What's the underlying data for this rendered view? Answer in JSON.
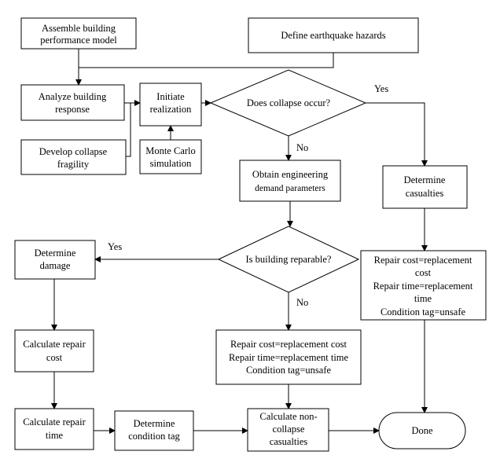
{
  "nodes": {
    "assemble": [
      "Assemble building",
      "performance model"
    ],
    "define_hazards": [
      "Define earthquake hazards"
    ],
    "analyze": [
      "Analyze building",
      "response"
    ],
    "initiate": [
      "Initiate",
      "realization"
    ],
    "collapse_q": [
      "Does collapse occur?"
    ],
    "develop": [
      "Develop collapse",
      "fragility"
    ],
    "monte": [
      "Monte Carlo",
      "simulation"
    ],
    "obtain_edp": [
      "Obtain engineering",
      "demand parameters"
    ],
    "casualties": [
      "Determine",
      "casualties"
    ],
    "damage": [
      "Determine",
      "damage"
    ],
    "reparable_q": [
      "Is building reparable?"
    ],
    "repair_right": [
      "Repair cost=replacement",
      "cost",
      "Repair time=replacement",
      "time",
      "Condition tag=unsafe"
    ],
    "repair_cost": [
      "Calculate repair",
      "cost"
    ],
    "repair_mid": [
      "Repair cost=replacement cost",
      "Repair time=replacement time",
      "Condition tag=unsafe"
    ],
    "repair_time": [
      "Calculate repair",
      "time"
    ],
    "cond_tag": [
      "Determine",
      "condition tag"
    ],
    "noncollapse": [
      "Calculate non-",
      "collapse",
      "casualties"
    ],
    "done": [
      "Done"
    ]
  },
  "edge_labels": {
    "collapse_yes": "Yes",
    "collapse_no": "No",
    "reparable_yes": "Yes",
    "reparable_no": "No"
  }
}
